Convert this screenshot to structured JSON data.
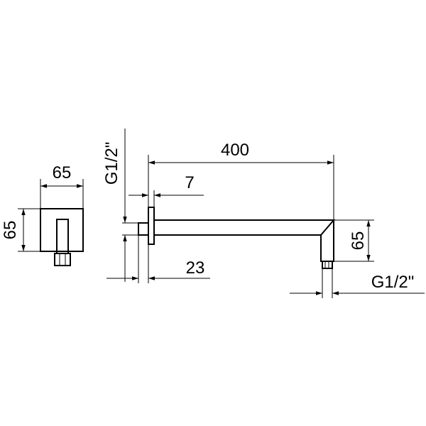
{
  "dimensions": {
    "side_width": "65",
    "side_height": "65",
    "thread_left": "G1/2\"",
    "arm_length": "400",
    "flange_thickness": "7",
    "flange_offset": "23",
    "arm_height": "65",
    "thread_right": "G1/2\""
  }
}
